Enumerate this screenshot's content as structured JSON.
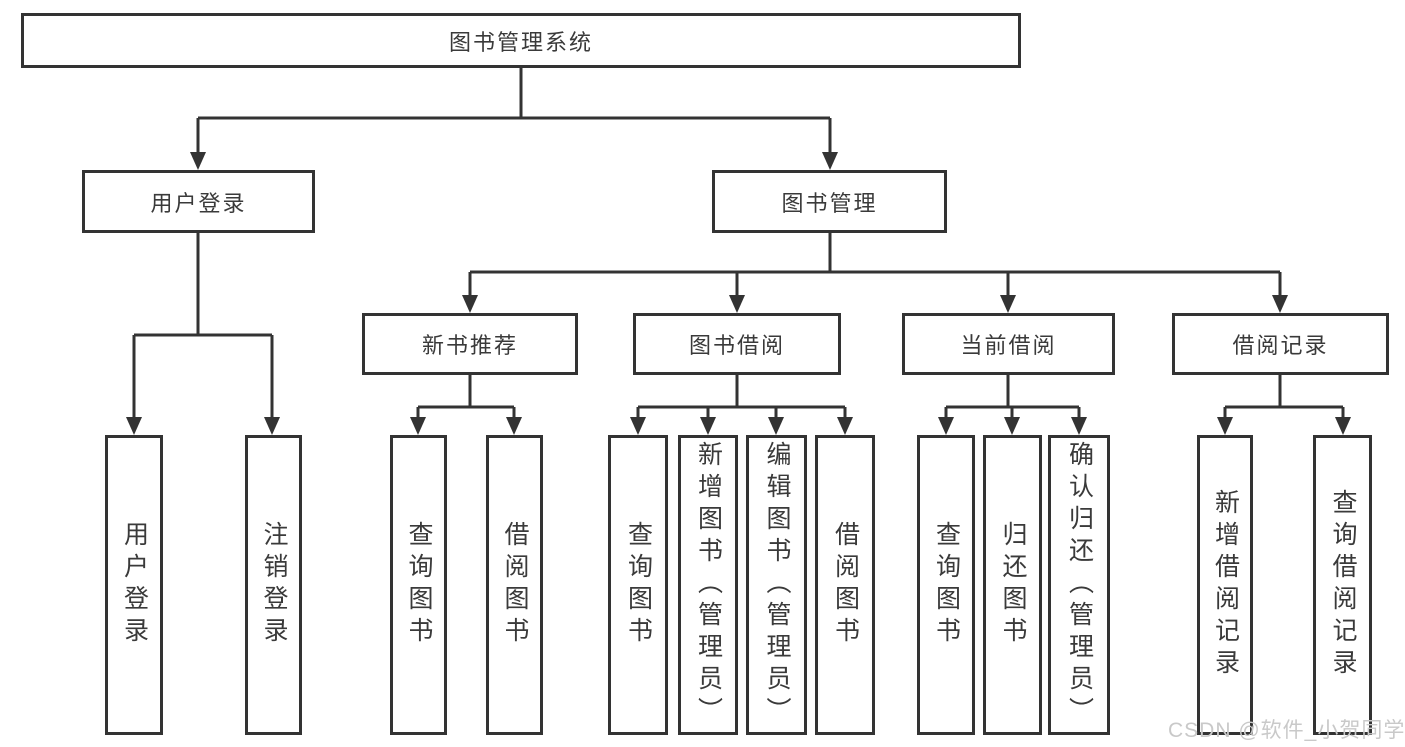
{
  "page": {
    "background": "#ffffff"
  },
  "colors": {
    "line": "#333333",
    "box_border": "#333333",
    "text": "#3a3a3a",
    "watermark": "#c9c9c9"
  },
  "diagram": {
    "type": "org-tree",
    "root": {
      "label": "图书管理系统",
      "children": [
        {
          "label": "用户登录",
          "children": [
            {
              "label": "用户登录"
            },
            {
              "label": "注销登录"
            }
          ]
        },
        {
          "label": "图书管理",
          "children": [
            {
              "label": "新书推荐",
              "children": [
                {
                  "label": "查询图书"
                },
                {
                  "label": "借阅图书"
                }
              ]
            },
            {
              "label": "图书借阅",
              "children": [
                {
                  "label": "查询图书"
                },
                {
                  "label": "新增图书（管理员）"
                },
                {
                  "label": "编辑图书（管理员）"
                },
                {
                  "label": "借阅图书"
                }
              ]
            },
            {
              "label": "当前借阅",
              "children": [
                {
                  "label": "查询图书"
                },
                {
                  "label": "归还图书"
                },
                {
                  "label": "确认归还（管理员）"
                }
              ]
            },
            {
              "label": "借阅记录",
              "children": [
                {
                  "label": "新增借阅记录"
                },
                {
                  "label": "查询借阅记录"
                }
              ]
            }
          ]
        }
      ]
    }
  },
  "watermark": {
    "text": "CSDN @软件_小贺同学"
  }
}
